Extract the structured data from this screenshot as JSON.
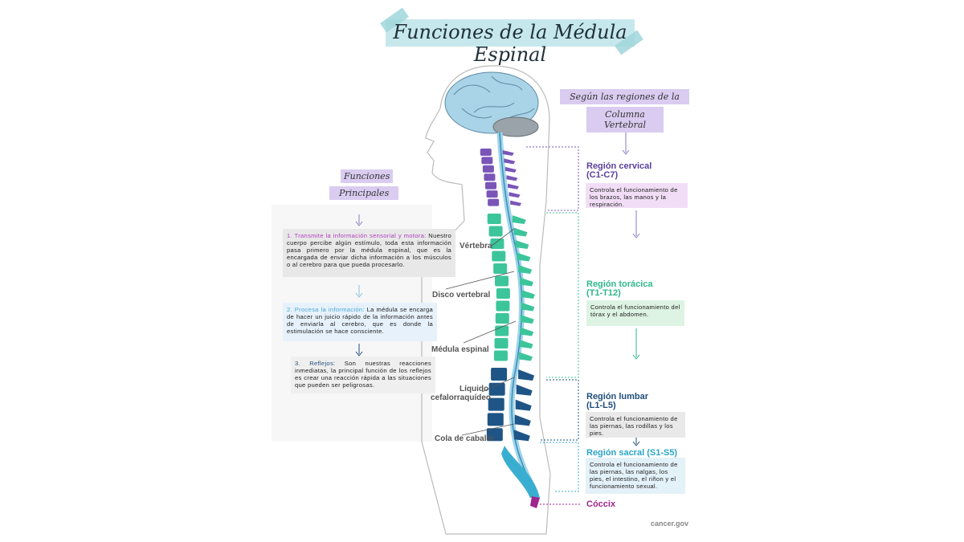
{
  "title": "Funciones de la Médula Espinal",
  "left_header": {
    "line1": "Funciones",
    "line2": "Principales"
  },
  "right_header": {
    "line1": "Según las regiones de la",
    "line2": "Columna Vertebral"
  },
  "functions": [
    {
      "heading": "1. Transmite la información sensorial y motora:",
      "body": "Nuestro cuerpo percibe algún estímulo, toda esta información pasa primero por la médula espinal, que es la encargada de enviar dicha información a los músculos o al cerebro para que pueda procesarlo."
    },
    {
      "heading": "2. Procesa la información:",
      "body": "La médula se encarga de hacer un juicio rápido de la información antes de enviarla al cerebro, que es donde la estimulación se hace consciente."
    },
    {
      "heading": "3. Reflejos:",
      "body": "Son nuestras reacciones inmediatas, la principal función de los reflejos es crear una reacción rápida a las situaciones que pueden ser peligrosas."
    }
  ],
  "anatomy_labels": {
    "vertebra": "Vértebra",
    "disc": "Disco vertebral",
    "cord": "Médula espinal",
    "fluid_line1": "Líquido",
    "fluid_line2": "cefalorraquídeo",
    "cauda": "Cola de caballo"
  },
  "regions": [
    {
      "name": "Región cervical",
      "range": "(C1-C7)",
      "color": "#5b3f9a",
      "bg": "#f1def6",
      "text": "Controla el funcionamiento de los brazos, las manos y la respiración."
    },
    {
      "name": "Región torácica",
      "range": "(T1-T12)",
      "color": "#2fb88a",
      "bg": "#ddf3e3",
      "text": "Controla el funcionamiento del tórax y el abdomen."
    },
    {
      "name": "Región lumbar",
      "range": "(L1-L5)",
      "color": "#1f4e7a",
      "bg": "#e9e9e9",
      "text": "Controla el funcionamiento de las piernas, las rodillas y los pies."
    },
    {
      "name": "Región sacral (S1-S5)",
      "range": "",
      "color": "#2aa6c4",
      "bg": "#e3f1f8",
      "text": "Controla el funcionamiento de las piernas, las nalgas, los pies, el intestino, el riñon y el funcionamiento sexual."
    }
  ],
  "coccyx": "Cóccix",
  "credit": "cancer.gov",
  "colors": {
    "cervical": "#7a55b8",
    "thoracic": "#3cc59a",
    "lumbar": "#1f5586",
    "sacral": "#3aaed0",
    "coccyx": "#a0258f"
  }
}
